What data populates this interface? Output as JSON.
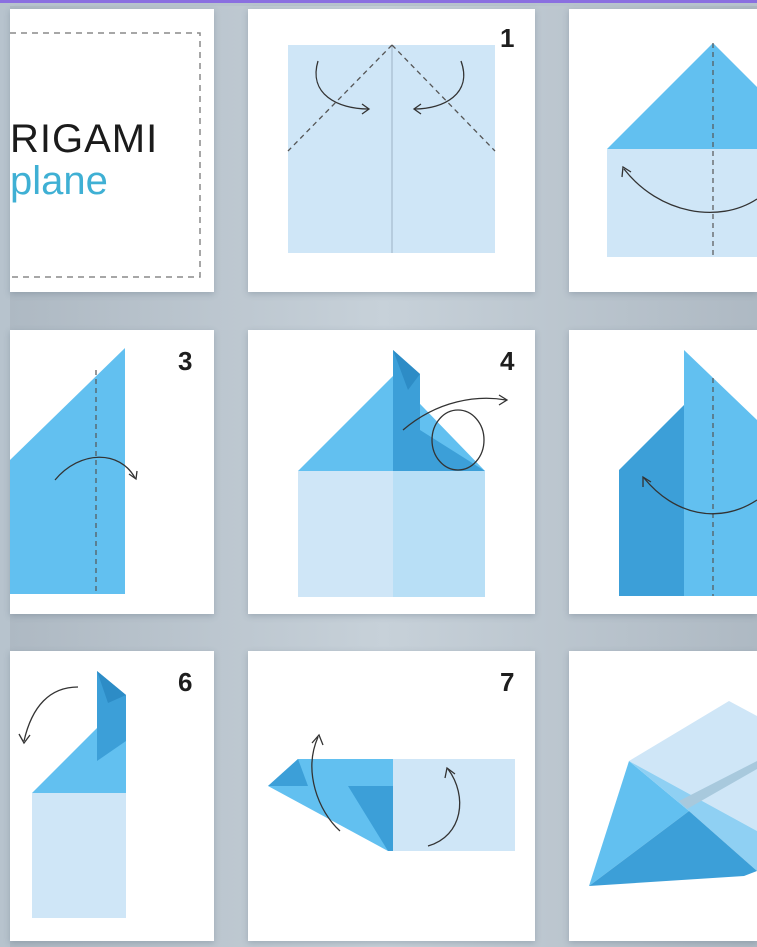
{
  "title": {
    "line1": "RIGAMI",
    "line2": "plane"
  },
  "steps": [
    {
      "label": "1"
    },
    {
      "label": "3"
    },
    {
      "label": "4"
    },
    {
      "label": "6"
    },
    {
      "label": "7"
    }
  ],
  "colors": {
    "paper_light": "#cfe6f7",
    "paper_mid": "#62c0f0",
    "paper_dark": "#3c9fd8",
    "accent": "#3fb0d4",
    "board": "#b7c3cd"
  }
}
